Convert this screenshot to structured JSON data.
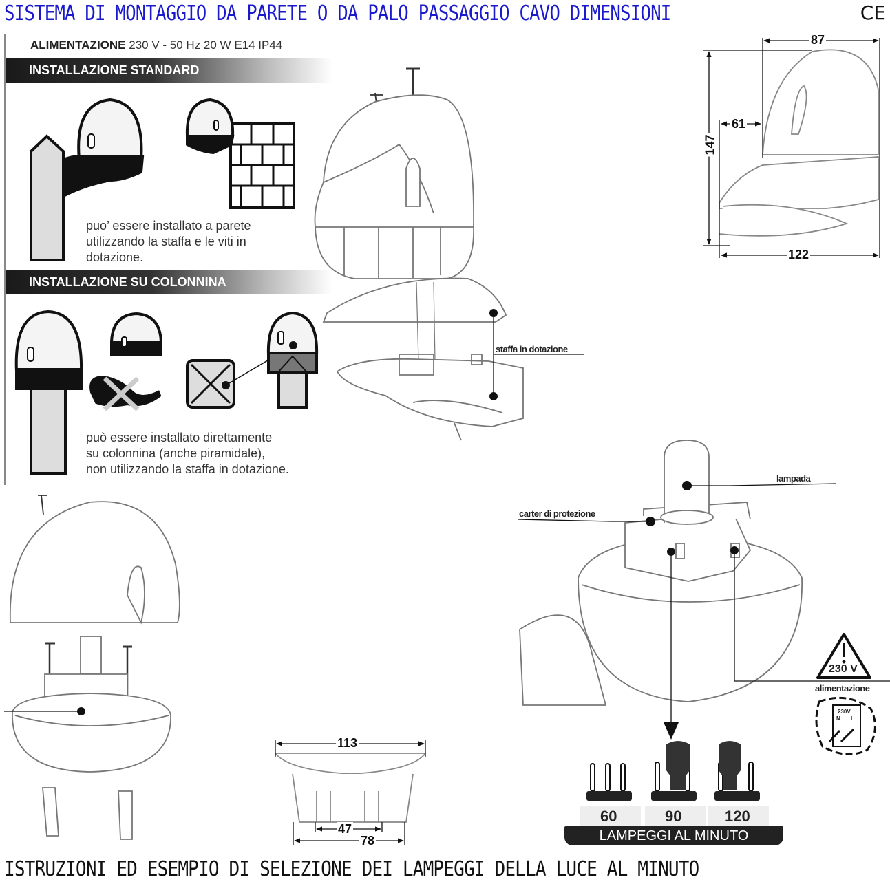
{
  "header": {
    "title": "SISTEMA DI MONTAGGIO DA PARETE O DA PALO PASSAGGIO CAVO DIMENSIONI",
    "ce_mark": "CE"
  },
  "footer": {
    "title": "ISTRUZIONI ED ESEMPIO DI SELEZIONE DEI LAMPEGGI DELLA LUCE AL MINUTO"
  },
  "power": {
    "label": "ALIMENTAZIONE",
    "value": "230 V - 50 Hz 20 W E14 IP44"
  },
  "standard": {
    "title": "INSTALLAZIONE STANDARD",
    "lines": [
      "puo’ essere installato a parete",
      "utilizzando la staffa e le viti in",
      "dotazione."
    ]
  },
  "column": {
    "title": "INSTALLAZIONE SU COLONNINA",
    "lines": [
      "può essere installato direttamente",
      "su colonnina (anche piramidale),",
      "non utilizzando la staffa in dotazione."
    ]
  },
  "callouts": {
    "bracket": "staffa in dotazione",
    "lamp": "lampada",
    "cover": "carter di protezione",
    "power": "alimentazione",
    "warning_voltage": "230 V",
    "terminal_voltage": "230V",
    "terminal_n": "N",
    "terminal_l": "L"
  },
  "dimensions": {
    "width_top": "87",
    "inset": "61",
    "height": "147",
    "width_bottom": "122",
    "base_width": "113",
    "base_inner": "47",
    "base_outer": "78"
  },
  "flash_rates": {
    "label": "LAMPEGGI AL MINUTO",
    "options": [
      "60",
      "90",
      "120"
    ],
    "selected": "90"
  }
}
